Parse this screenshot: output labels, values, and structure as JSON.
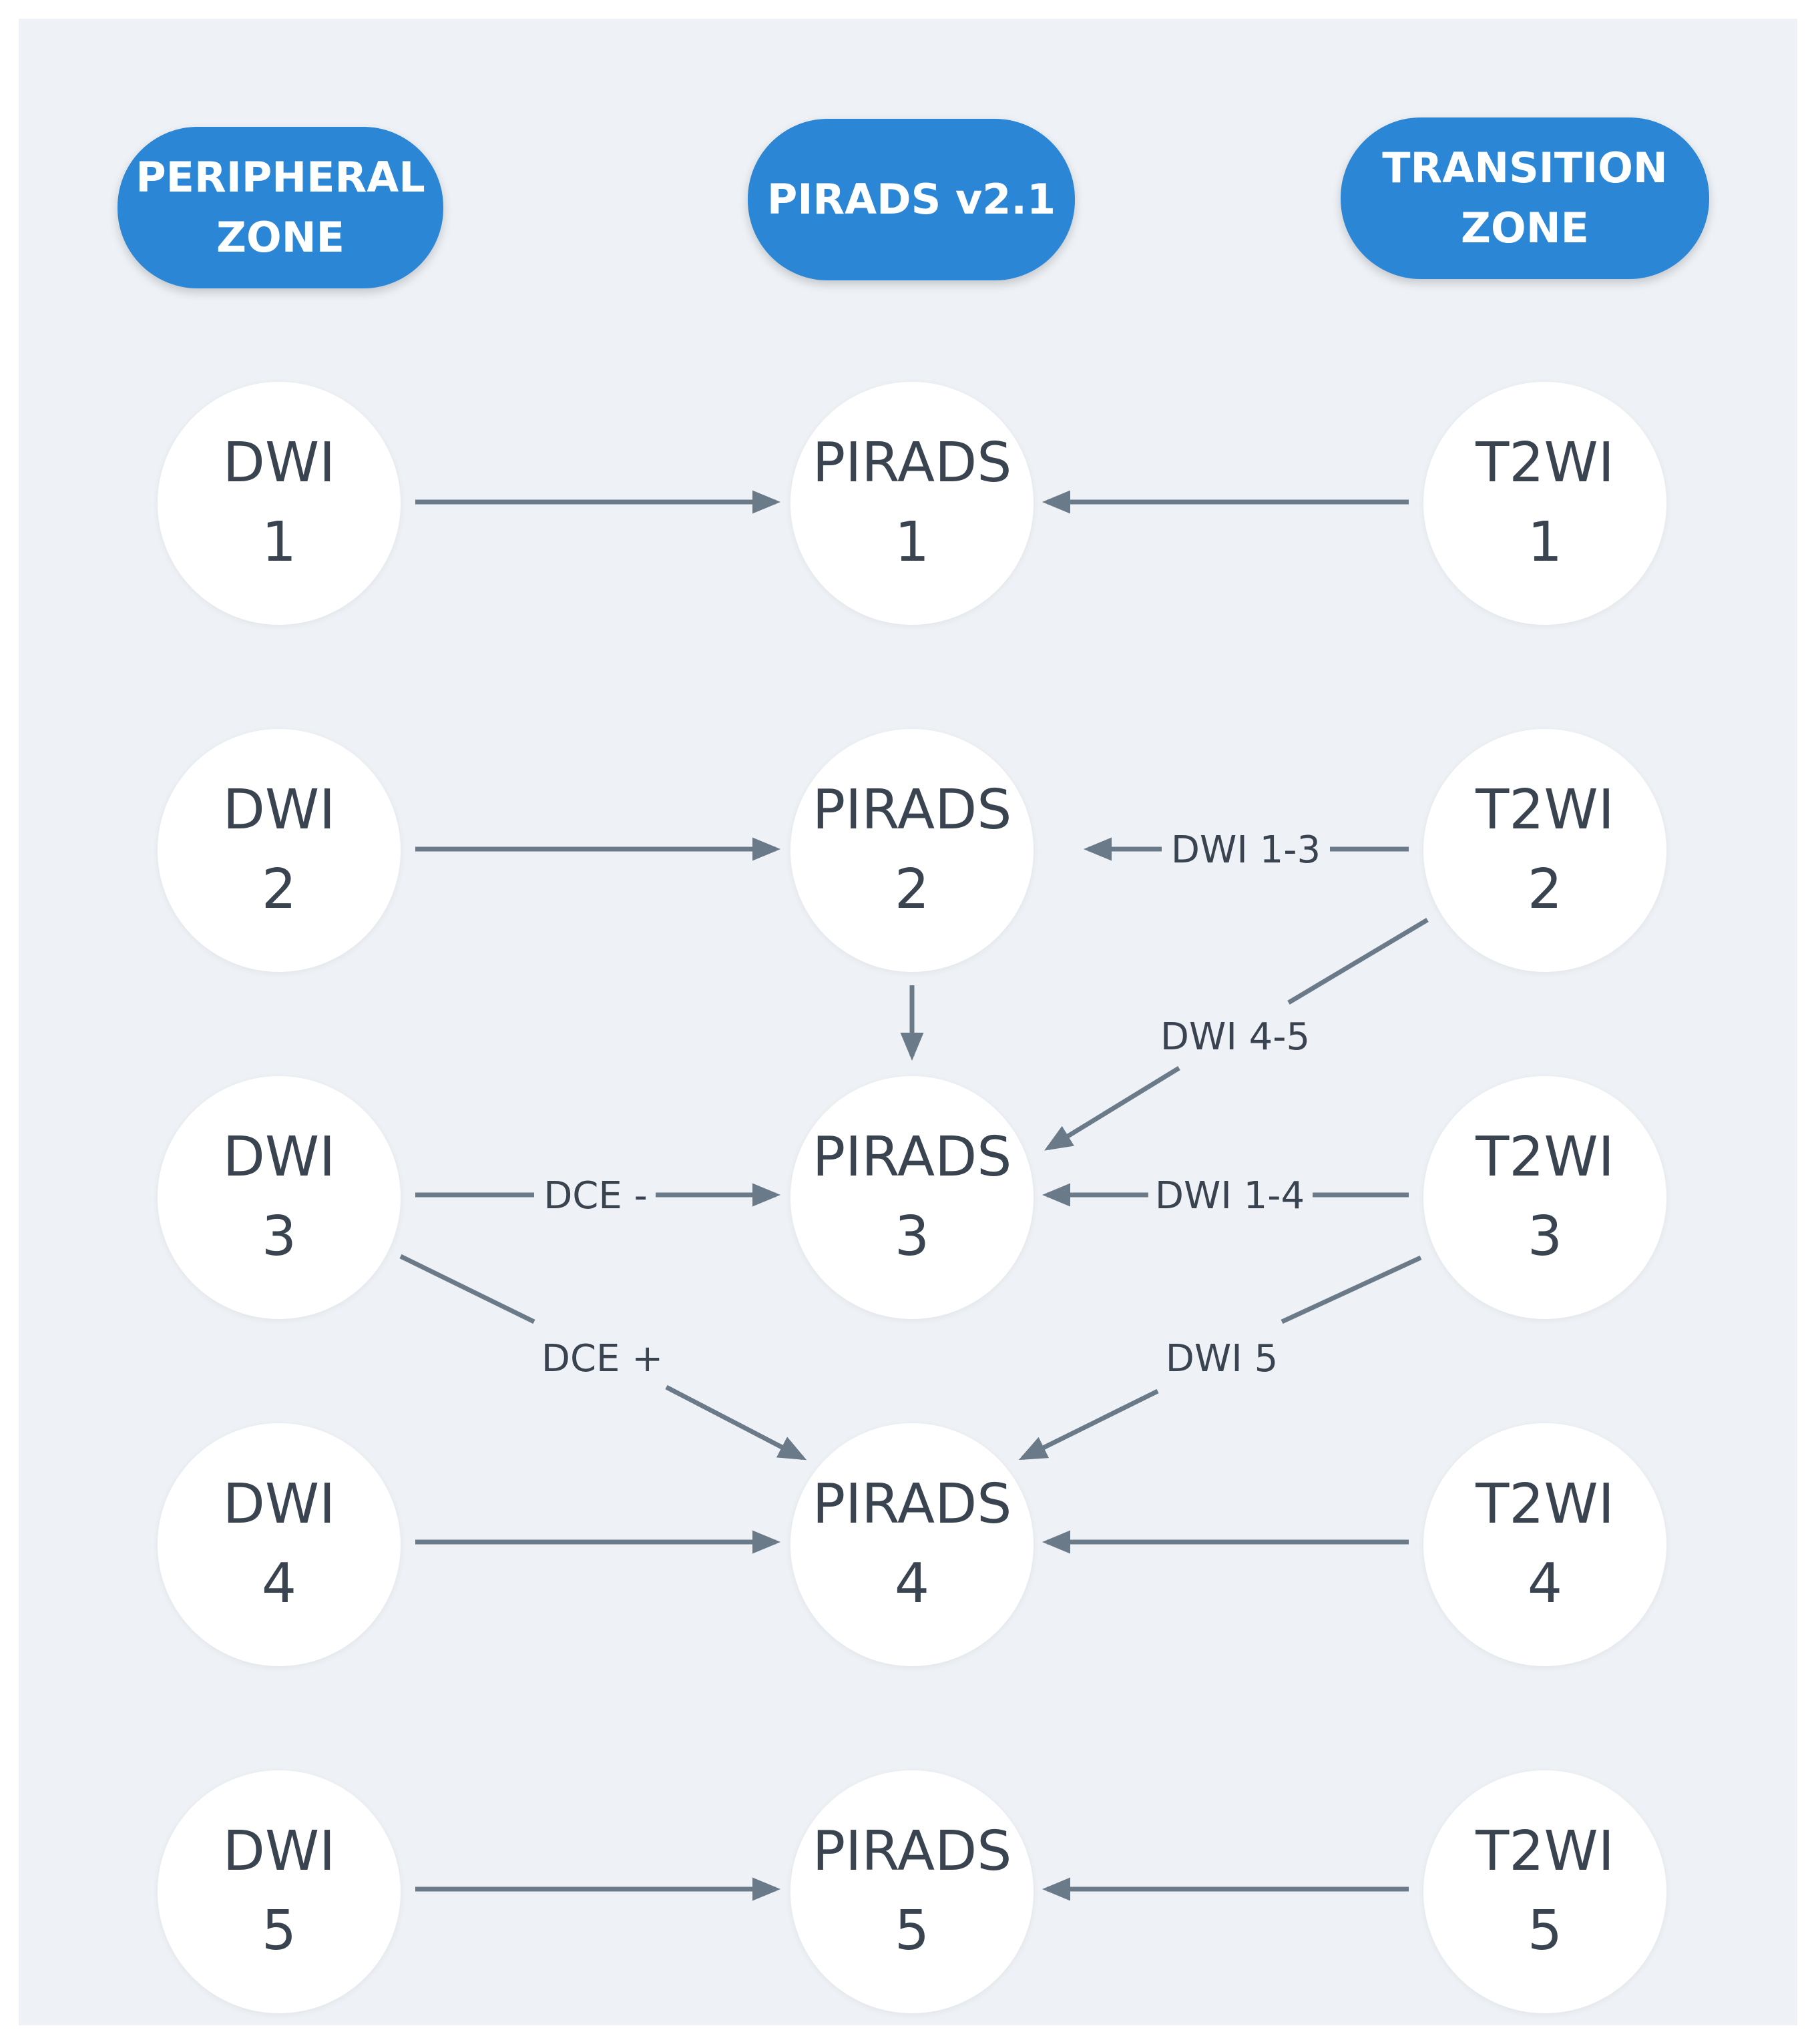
{
  "headers": {
    "peripheral": [
      "PERIPHERAL",
      "ZONE"
    ],
    "center": [
      "PIRADS v2.1"
    ],
    "transition": [
      "TRANSITION",
      "ZONE"
    ]
  },
  "nodes": {
    "dwi": [
      {
        "name": "DWI",
        "score": "1"
      },
      {
        "name": "DWI",
        "score": "2"
      },
      {
        "name": "DWI",
        "score": "3"
      },
      {
        "name": "DWI",
        "score": "4"
      },
      {
        "name": "DWI",
        "score": "5"
      }
    ],
    "pirads": [
      {
        "name": "PIRADS",
        "score": "1"
      },
      {
        "name": "PIRADS",
        "score": "2"
      },
      {
        "name": "PIRADS",
        "score": "3"
      },
      {
        "name": "PIRADS",
        "score": "4"
      },
      {
        "name": "PIRADS",
        "score": "5"
      }
    ],
    "t2wi": [
      {
        "name": "T2WI",
        "score": "1"
      },
      {
        "name": "T2WI",
        "score": "2"
      },
      {
        "name": "T2WI",
        "score": "3"
      },
      {
        "name": "T2WI",
        "score": "4"
      },
      {
        "name": "T2WI",
        "score": "5"
      }
    ]
  },
  "edge_labels": {
    "t2wi2_to_pirads2": "DWI 1-3",
    "t2wi2_to_pirads3": "DWI 4-5",
    "dwi3_to_pirads3": "DCE -",
    "dwi3_to_pirads4": "DCE +",
    "t2wi3_to_pirads3": "DWI 1-4",
    "t2wi3_to_pirads4": "DWI 5"
  },
  "colors": {
    "background": "#eef2f6",
    "header_fill": "#2b86d6",
    "arrow": "#6b7a89",
    "text": "#3a4350"
  }
}
